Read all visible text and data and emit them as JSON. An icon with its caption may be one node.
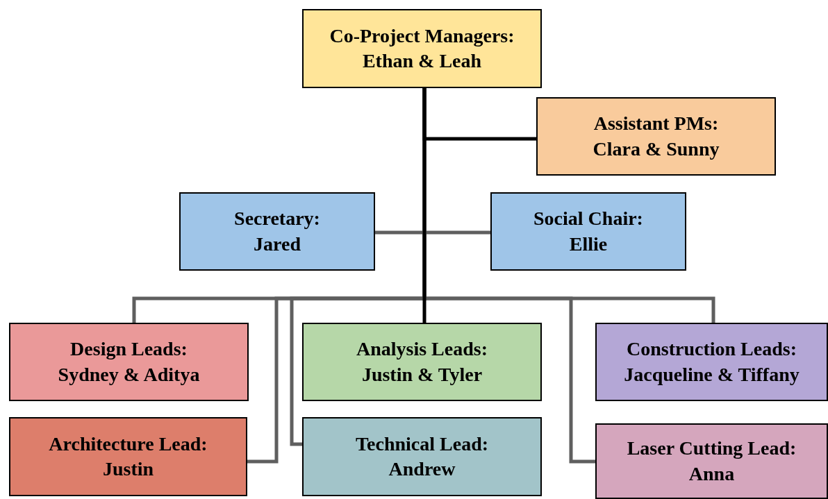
{
  "diagram": {
    "nodes": [
      {
        "text": [
          "Co-Project Managers:",
          "Ethan & Leah"
        ]
      },
      {
        "text": [
          "Assistant PMs:",
          "Clara & Sunny"
        ]
      },
      {
        "text": [
          "Secretary:",
          "Jared"
        ]
      },
      {
        "text": [
          "Social Chair:",
          "Ellie"
        ]
      },
      {
        "text": [
          "Design Leads:",
          "Sydney & Aditya"
        ]
      },
      {
        "text": [
          "Architecture Lead:",
          "Justin"
        ]
      },
      {
        "text": [
          "Analysis Leads:",
          "Justin & Tyler"
        ]
      },
      {
        "text": [
          "Technical Lead:",
          "Andrew"
        ]
      },
      {
        "text": [
          "Laser Cutting Lead:",
          "Anna"
        ]
      },
      {
        "text": [
          "Construction Leads:",
          "Jacqueline & Tiffany"
        ]
      }
    ],
    "edges": [
      {
        "from": 0,
        "to": 1,
        "arrow": "none",
        "color": "#000000"
      },
      {
        "from": 0,
        "to": 2,
        "arrow": "none"
      },
      {
        "from": 0,
        "to": 3,
        "arrow": "none"
      },
      {
        "from": 0,
        "to": 4,
        "arrow": "none"
      },
      {
        "from": 0,
        "to": 5,
        "arrow": "none"
      },
      {
        "from": 0,
        "to": 6,
        "arrow": "none",
        "color": "#000000"
      },
      {
        "from": 0,
        "to": 7,
        "arrow": "none"
      },
      {
        "from": 0,
        "to": 8,
        "arrow": "none"
      },
      {
        "from": 0,
        "to": 9,
        "arrow": "none"
      }
    ]
  }
}
